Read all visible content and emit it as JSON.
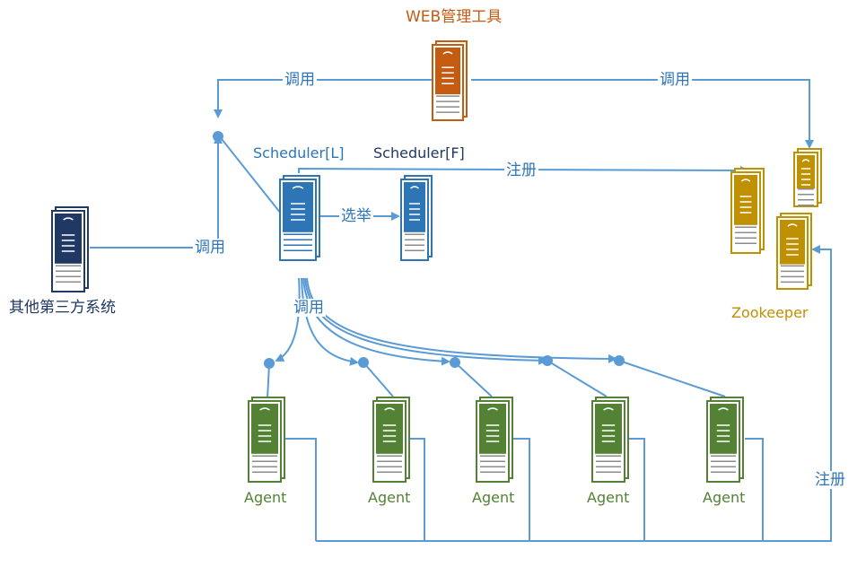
{
  "colors": {
    "line": "#5b9bd5",
    "web": "#c55a11",
    "scheduler": "#2e75b6",
    "zookeeper": "#bf9000",
    "agent": "#548235",
    "third_party": "#1f3864"
  },
  "icons": {
    "server": "server-icon"
  },
  "nodes": {
    "web_tool": {
      "label": "WEB管理工具"
    },
    "scheduler_leader": {
      "label": "Scheduler[L]"
    },
    "scheduler_follower": {
      "label": "Scheduler[F]"
    },
    "zookeeper": {
      "label": "Zookeeper"
    },
    "third_party": {
      "label": "其他第三方系统"
    },
    "agents": [
      {
        "label": "Agent"
      },
      {
        "label": "Agent"
      },
      {
        "label": "Agent"
      },
      {
        "label": "Agent"
      },
      {
        "label": "Agent"
      }
    ]
  },
  "edges": {
    "web_to_scheduler": "调用",
    "web_to_zookeeper": "调用",
    "third_party_to_scheduler": "调用",
    "scheduler_election": "选举",
    "scheduler_register": "注册",
    "scheduler_to_agents": "调用",
    "agents_register": "注册"
  }
}
